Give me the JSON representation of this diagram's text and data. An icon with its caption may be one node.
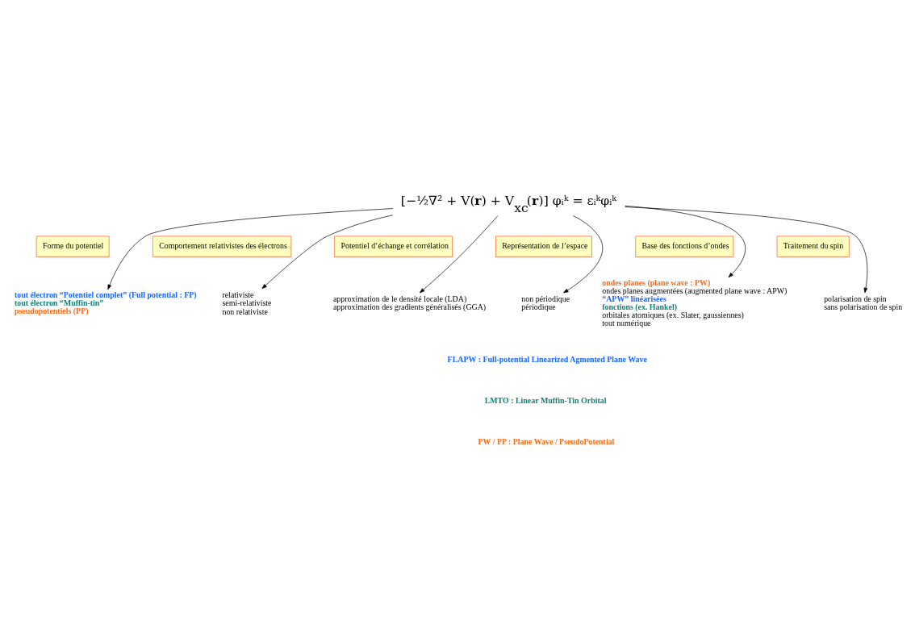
{
  "diagram": {
    "nodes": [
      {
        "text": [
          "Forme du potentiel"
        ]
      },
      {
        "text": [
          "tout électron “Potentiel complet” (Full potential : FP)",
          "tout électron “Muffin-tin”",
          "pseudopotentiels (PP)"
        ]
      },
      {
        "text": [
          "Comportement relativistes des électrons"
        ]
      },
      {
        "text": [
          "relativiste",
          "semi-relativiste",
          "non relativiste"
        ]
      },
      {
        "text": [
          "Potentiel d’échange et corrélation"
        ]
      },
      {
        "text": [
          "approximation de le densité locale (LDA)",
          "approximation des gradients généralisés (GGA)"
        ]
      },
      {
        "text": [
          "[−½∇² + V(**r**) + V$_{xc}$(**r**)] φᵢᵏ = εᵢᵏφᵢᵏ"
        ]
      },
      {
        "text": [
          "Représentation de l’espace"
        ]
      },
      {
        "text": [
          "non périodique",
          "périodique"
        ]
      },
      {
        "text": [
          "Base des fonctions d’ondes"
        ]
      },
      {
        "text": [
          "Traitement du spin"
        ]
      },
      {
        "text": [
          "ondes planes (plane wave : PW)",
          "ondes planes augmentées (augmented plane wave : APW)",
          "“APW” linéarisées",
          "fonctions (ex. Hankel)",
          "orbitales atomiques (ex. Slater, gaussiennes)",
          "tout numérique"
        ]
      },
      {
        "text": [
          "polarisation de spin",
          "sans polarisation de spin"
        ]
      }
    ],
    "edges": [
      {
        "from": 6,
        "to": 1,
        "arrow": "to"
      },
      {
        "from": 6,
        "to": 3,
        "arrow": "to"
      },
      {
        "from": 6,
        "to": 5,
        "arrow": "to"
      },
      {
        "from": 6,
        "to": 8,
        "arrow": "to"
      },
      {
        "from": 6,
        "to": 11,
        "arrow": "to"
      },
      {
        "from": 6,
        "to": 12,
        "arrow": "to"
      }
    ],
    "labels": [
      "FLAPW : Full-potential Linearized Agmented Plane Wave",
      "LMTO : Linear Muffin-Tin Orbital",
      "PW / PP : Plane Wave / PseudoPotential"
    ]
  }
}
